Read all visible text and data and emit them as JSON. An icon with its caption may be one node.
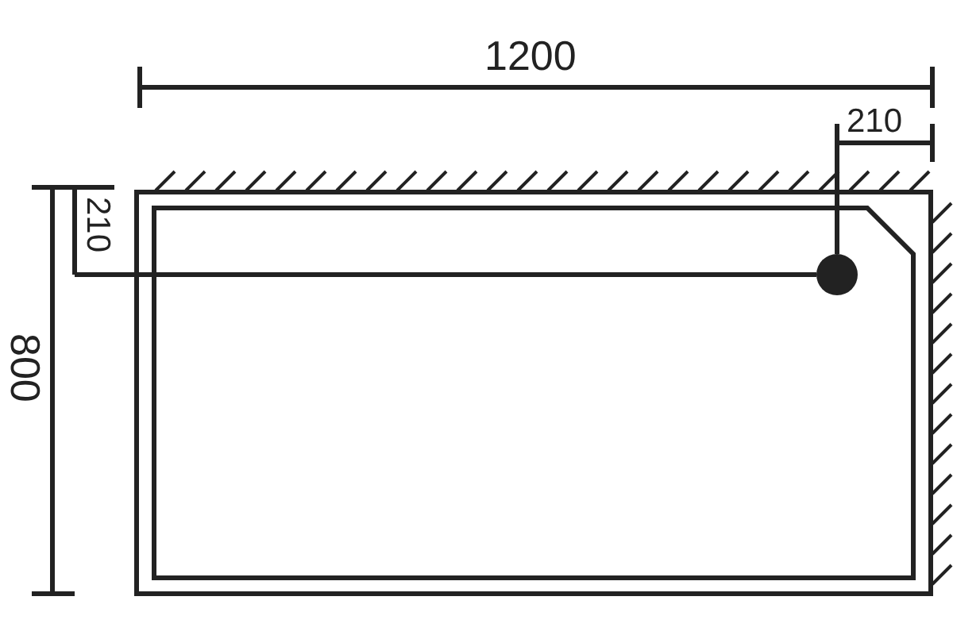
{
  "diagram": {
    "labels": [
      "1200",
      "210",
      "210",
      "800"
    ]
  }
}
